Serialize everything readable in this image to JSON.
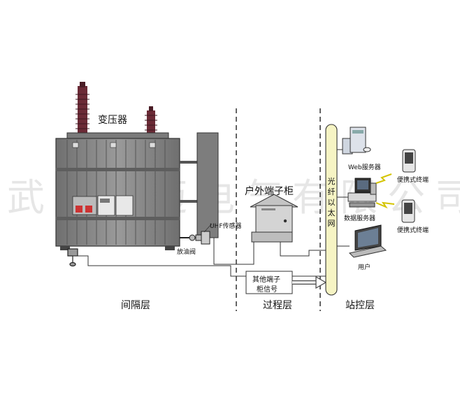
{
  "labels": {
    "transformer": "变压器",
    "outdoor_cabinet": "户外端子柜",
    "uhf_sensor": "UHF传感器",
    "oil_valve": "放油阀",
    "other_cabinet_line1": "其他端子",
    "other_cabinet_line2": "柜信号",
    "fiber_ethernet": "光纤以太网",
    "web_server": "Web服务器",
    "data_server": "数据服务器",
    "portable_terminal_1": "便携式终端",
    "portable_terminal_2": "便携式终端",
    "user": "用户"
  },
  "layers": {
    "bay": "间隔层",
    "process": "过程层",
    "station": "站控层"
  },
  "watermark": "武汉豫迈电气有限公司",
  "colors": {
    "fiber_fill": "#f6f4c4",
    "transformer_body": "#8a8a8a",
    "bushing": "#6b2a36"
  }
}
